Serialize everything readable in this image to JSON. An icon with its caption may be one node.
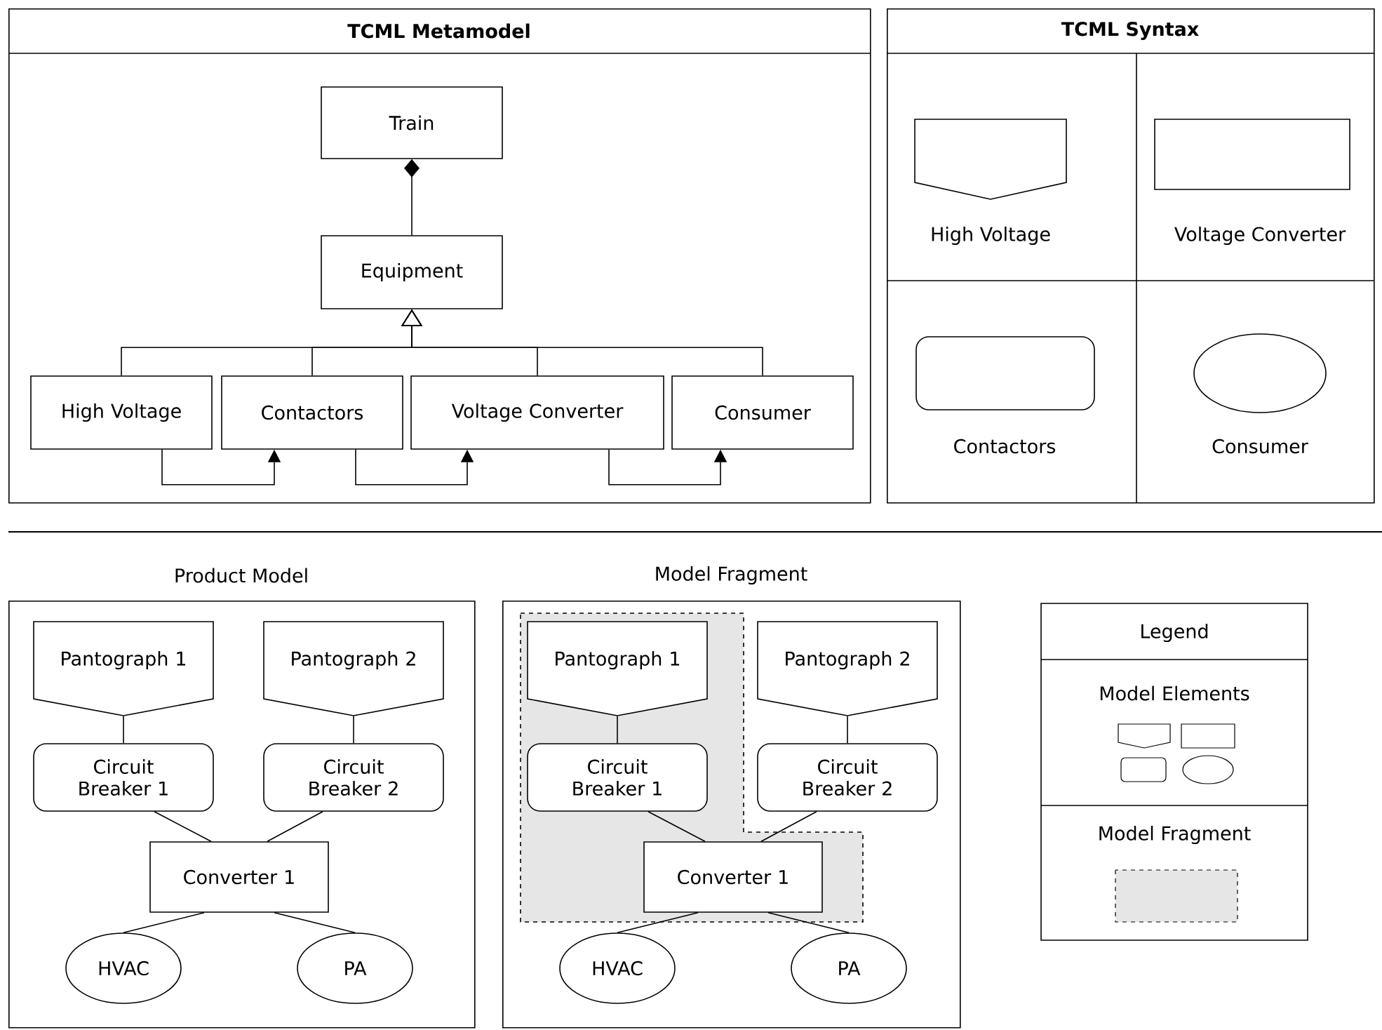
{
  "diagram": {
    "nodes": [
      {
        "text": [
          "TCML Metamodel"
        ]
      },
      {
        "text": [
          "Train"
        ],
        "in": 0
      },
      {
        "text": [
          "Equipment"
        ],
        "in": 0
      },
      {
        "text": [
          "High Voltage"
        ],
        "in": 0
      },
      {
        "text": [
          "Contactors"
        ],
        "in": 0
      },
      {
        "text": [
          "Voltage Converter"
        ],
        "in": 0
      },
      {
        "text": [
          "Consumer"
        ],
        "in": 0
      },
      {
        "text": [
          "TCML Syntax"
        ]
      },
      {
        "text": [],
        "shape": "pentagon",
        "beside": [
          "High Voltage"
        ],
        "in": 7
      },
      {
        "text": [],
        "shape": "box",
        "beside": [
          "Voltage Converter"
        ],
        "in": 7
      },
      {
        "text": [],
        "shape": "rounded",
        "beside": [
          "Contactors"
        ],
        "in": 7
      },
      {
        "text": [],
        "shape": "ellipse",
        "beside": [
          "Consumer"
        ],
        "in": 7
      },
      {
        "text": [
          "Product Model"
        ]
      },
      {
        "text": [
          "Pantograph 1"
        ],
        "in": 12
      },
      {
        "text": [
          "Pantograph 2"
        ],
        "in": 12
      },
      {
        "text": [
          "Circuit Breaker 1"
        ],
        "in": 12
      },
      {
        "text": [
          "Circuit Breaker 2"
        ],
        "in": 12
      },
      {
        "text": [
          "Converter 1"
        ],
        "in": 12
      },
      {
        "text": [
          "HVAC"
        ],
        "in": 12
      },
      {
        "text": [
          "PA"
        ],
        "in": 12
      },
      {
        "text": [
          "Model Fragment"
        ]
      },
      {
        "text": [
          "Pantograph 1"
        ],
        "in": 20
      },
      {
        "text": [
          "Pantograph 2"
        ],
        "in": 20
      },
      {
        "text": [
          "Circuit Breaker 1"
        ],
        "in": 20
      },
      {
        "text": [
          "Circuit Breaker 2"
        ],
        "in": 20
      },
      {
        "text": [
          "Converter 1"
        ],
        "in": 20
      },
      {
        "text": [
          "HVAC"
        ],
        "in": 20
      },
      {
        "text": [
          "PA"
        ],
        "in": 20
      }
    ],
    "edges": [
      {
        "from": 2,
        "to": 1,
        "arrow": "other"
      },
      {
        "from": 3,
        "to": 2,
        "arrow": "to"
      },
      {
        "from": 4,
        "to": 2,
        "arrow": "to"
      },
      {
        "from": 5,
        "to": 2,
        "arrow": "to"
      },
      {
        "from": 6,
        "to": 2,
        "arrow": "to"
      },
      {
        "from": 3,
        "to": 4,
        "arrow": "to"
      },
      {
        "from": 4,
        "to": 5,
        "arrow": "to"
      },
      {
        "from": 5,
        "to": 6,
        "arrow": "to"
      },
      {
        "from": 13,
        "to": 15,
        "arrow": "none"
      },
      {
        "from": 14,
        "to": 16,
        "arrow": "none"
      },
      {
        "from": 15,
        "to": 17,
        "arrow": "none"
      },
      {
        "from": 16,
        "to": 17,
        "arrow": "none"
      },
      {
        "from": 17,
        "to": 18,
        "arrow": "none"
      },
      {
        "from": 17,
        "to": 19,
        "arrow": "none"
      },
      {
        "from": 21,
        "to": 23,
        "arrow": "none"
      },
      {
        "from": 22,
        "to": 24,
        "arrow": "none"
      },
      {
        "from": 23,
        "to": 25,
        "arrow": "none"
      },
      {
        "from": 24,
        "to": 25,
        "arrow": "none"
      },
      {
        "from": 25,
        "to": 26,
        "arrow": "none"
      },
      {
        "from": 25,
        "to": 27,
        "arrow": "none"
      }
    ],
    "labels": [
      "Legend"
    ],
    "legend": [
      {
        "text": "Model Elements"
      },
      {
        "text": "Model Fragment"
      }
    ]
  }
}
